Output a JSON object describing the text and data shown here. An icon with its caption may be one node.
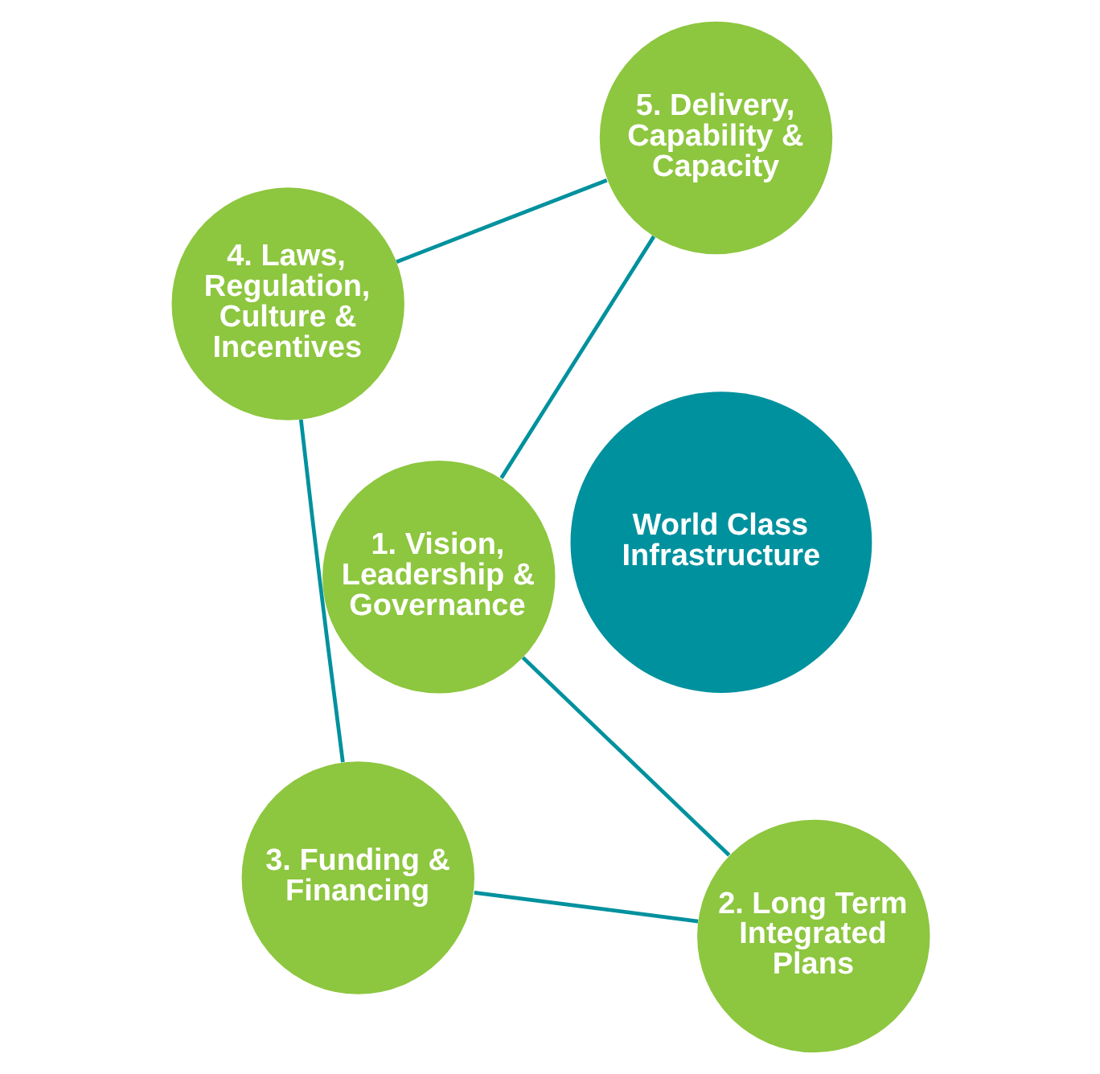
{
  "diagram": {
    "nodes": [
      {
        "text": [
          "1. Vision, Leadership & Governance"
        ]
      },
      {
        "text": [
          "2. Long Term Integrated Plans"
        ]
      },
      {
        "text": [
          "3. Funding & Financing"
        ]
      },
      {
        "text": [
          "4. Laws, Regulation, Culture & Incentives"
        ]
      },
      {
        "text": [
          "5. Delivery, Capability & Capacity"
        ]
      },
      {
        "text": [
          "World Class Infrastructure"
        ]
      }
    ],
    "edges": [
      {
        "from": 0,
        "to": 1,
        "arrow": "none"
      },
      {
        "from": 1,
        "to": 2,
        "arrow": "none"
      },
      {
        "from": 2,
        "to": 3,
        "arrow": "none"
      },
      {
        "from": 3,
        "to": 4,
        "arrow": "none"
      },
      {
        "from": 4,
        "to": 0,
        "arrow": "none"
      }
    ]
  }
}
